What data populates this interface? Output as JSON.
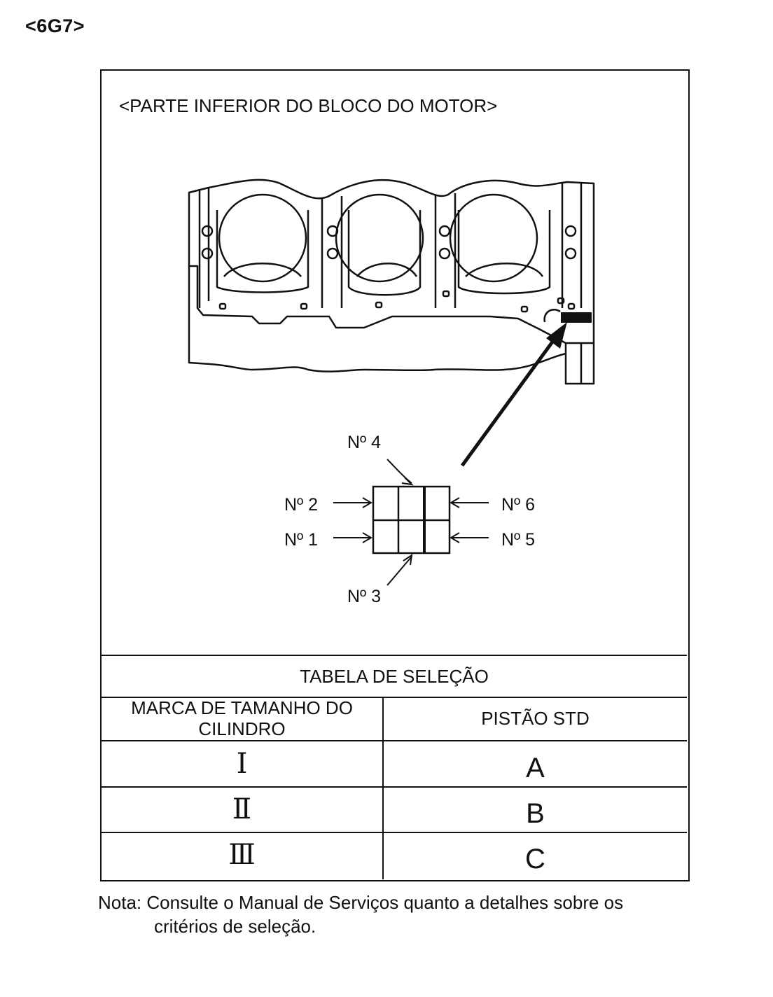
{
  "code": "<6G7>",
  "figure_title": "<PARTE INFERIOR DO BLOCO DO MOTOR>",
  "labels": {
    "n4": "Nº 4",
    "n2": "Nº 2",
    "n1": "Nº 1",
    "n3": "Nº 3",
    "n6": "Nº 6",
    "n5": "Nº 5"
  },
  "table": {
    "title": "TABELA DE SELEÇÃO",
    "headers": [
      "MARCA DE TAMANHO DO CILINDRO",
      "PISTÃO STD"
    ],
    "rows": [
      {
        "mark": "Ⅰ",
        "piston": "A"
      },
      {
        "mark": "Ⅱ",
        "piston": "B"
      },
      {
        "mark": "Ⅲ",
        "piston": "C"
      }
    ]
  },
  "note": {
    "line1": "Nota: Consulte o Manual de Serviços quanto a detalhes sobre os",
    "line2": "critérios de seleção."
  }
}
